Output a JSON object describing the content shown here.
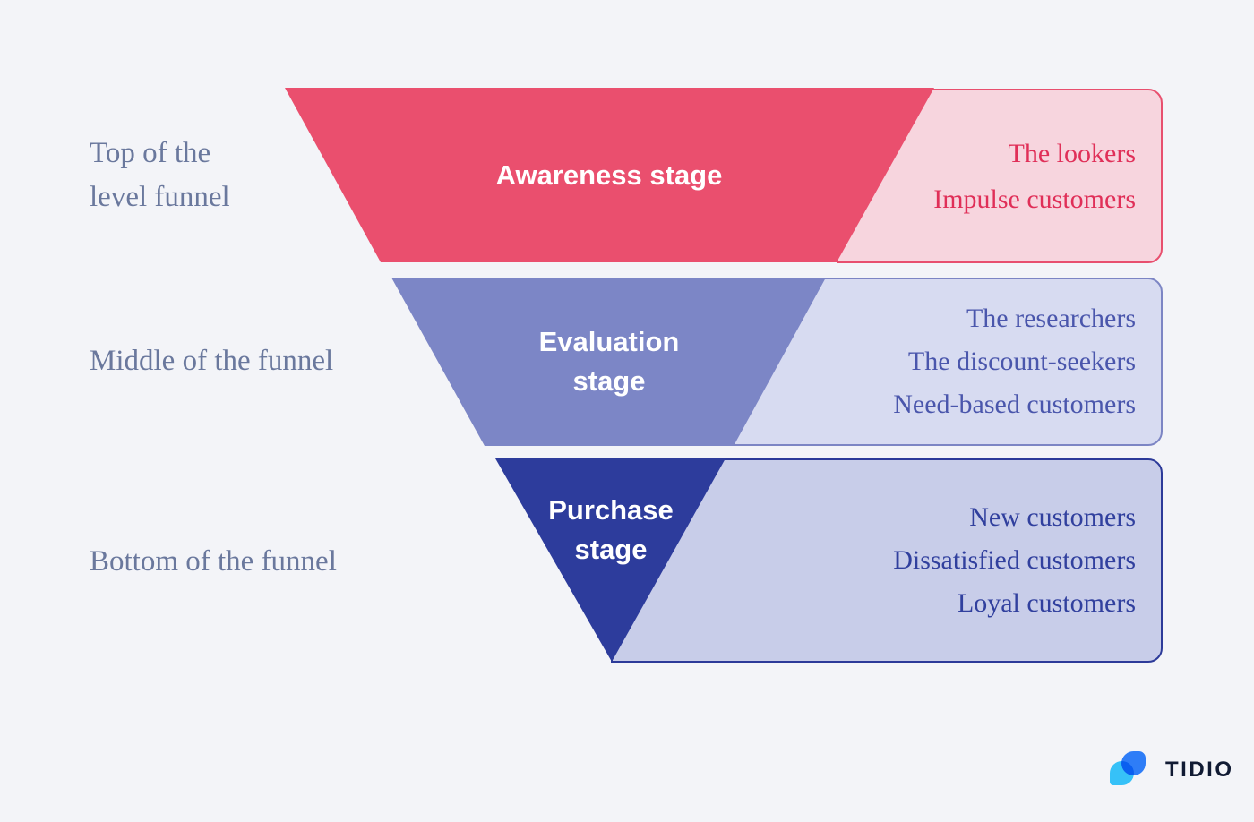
{
  "page": {
    "background_color": "#F3F4F8"
  },
  "funnel": {
    "side_label_color": "#6A789D",
    "stage_label_color": "#FFFFFF",
    "rows": [
      {
        "side_label": "Top of the\nlevel funnel",
        "stage_label": "Awareness stage",
        "shape_color": "#EA4F6E",
        "box_fill": "#F7D5DE",
        "box_border": "#E84F6E",
        "box_text_color": "#E02F58",
        "audiences": [
          "The lookers",
          "Impulse customers"
        ]
      },
      {
        "side_label": "Middle of the funnel",
        "stage_label": "Evaluation\nstage",
        "shape_color": "#7C86C6",
        "box_fill": "#D7DBF1",
        "box_border": "#7C85C4",
        "box_text_color": "#4A56AC",
        "audiences": [
          "The researchers",
          "The discount-seekers",
          "Need-based customers"
        ]
      },
      {
        "side_label": "Bottom of the funnel",
        "stage_label": "Purchase\nstage",
        "shape_color": "#2D3C9C",
        "box_fill": "#C8CDE9",
        "box_border": "#2C3A99",
        "box_text_color": "#31409E",
        "audiences": [
          "New customers",
          "Dissatisfied customers",
          "Loyal customers"
        ]
      }
    ]
  },
  "logo": {
    "brand": "TIDIO",
    "wordmark_color": "#101A33",
    "bubble_blue_color": "#2E7DF7",
    "bubble_cyan_color": "#36C1F8"
  }
}
